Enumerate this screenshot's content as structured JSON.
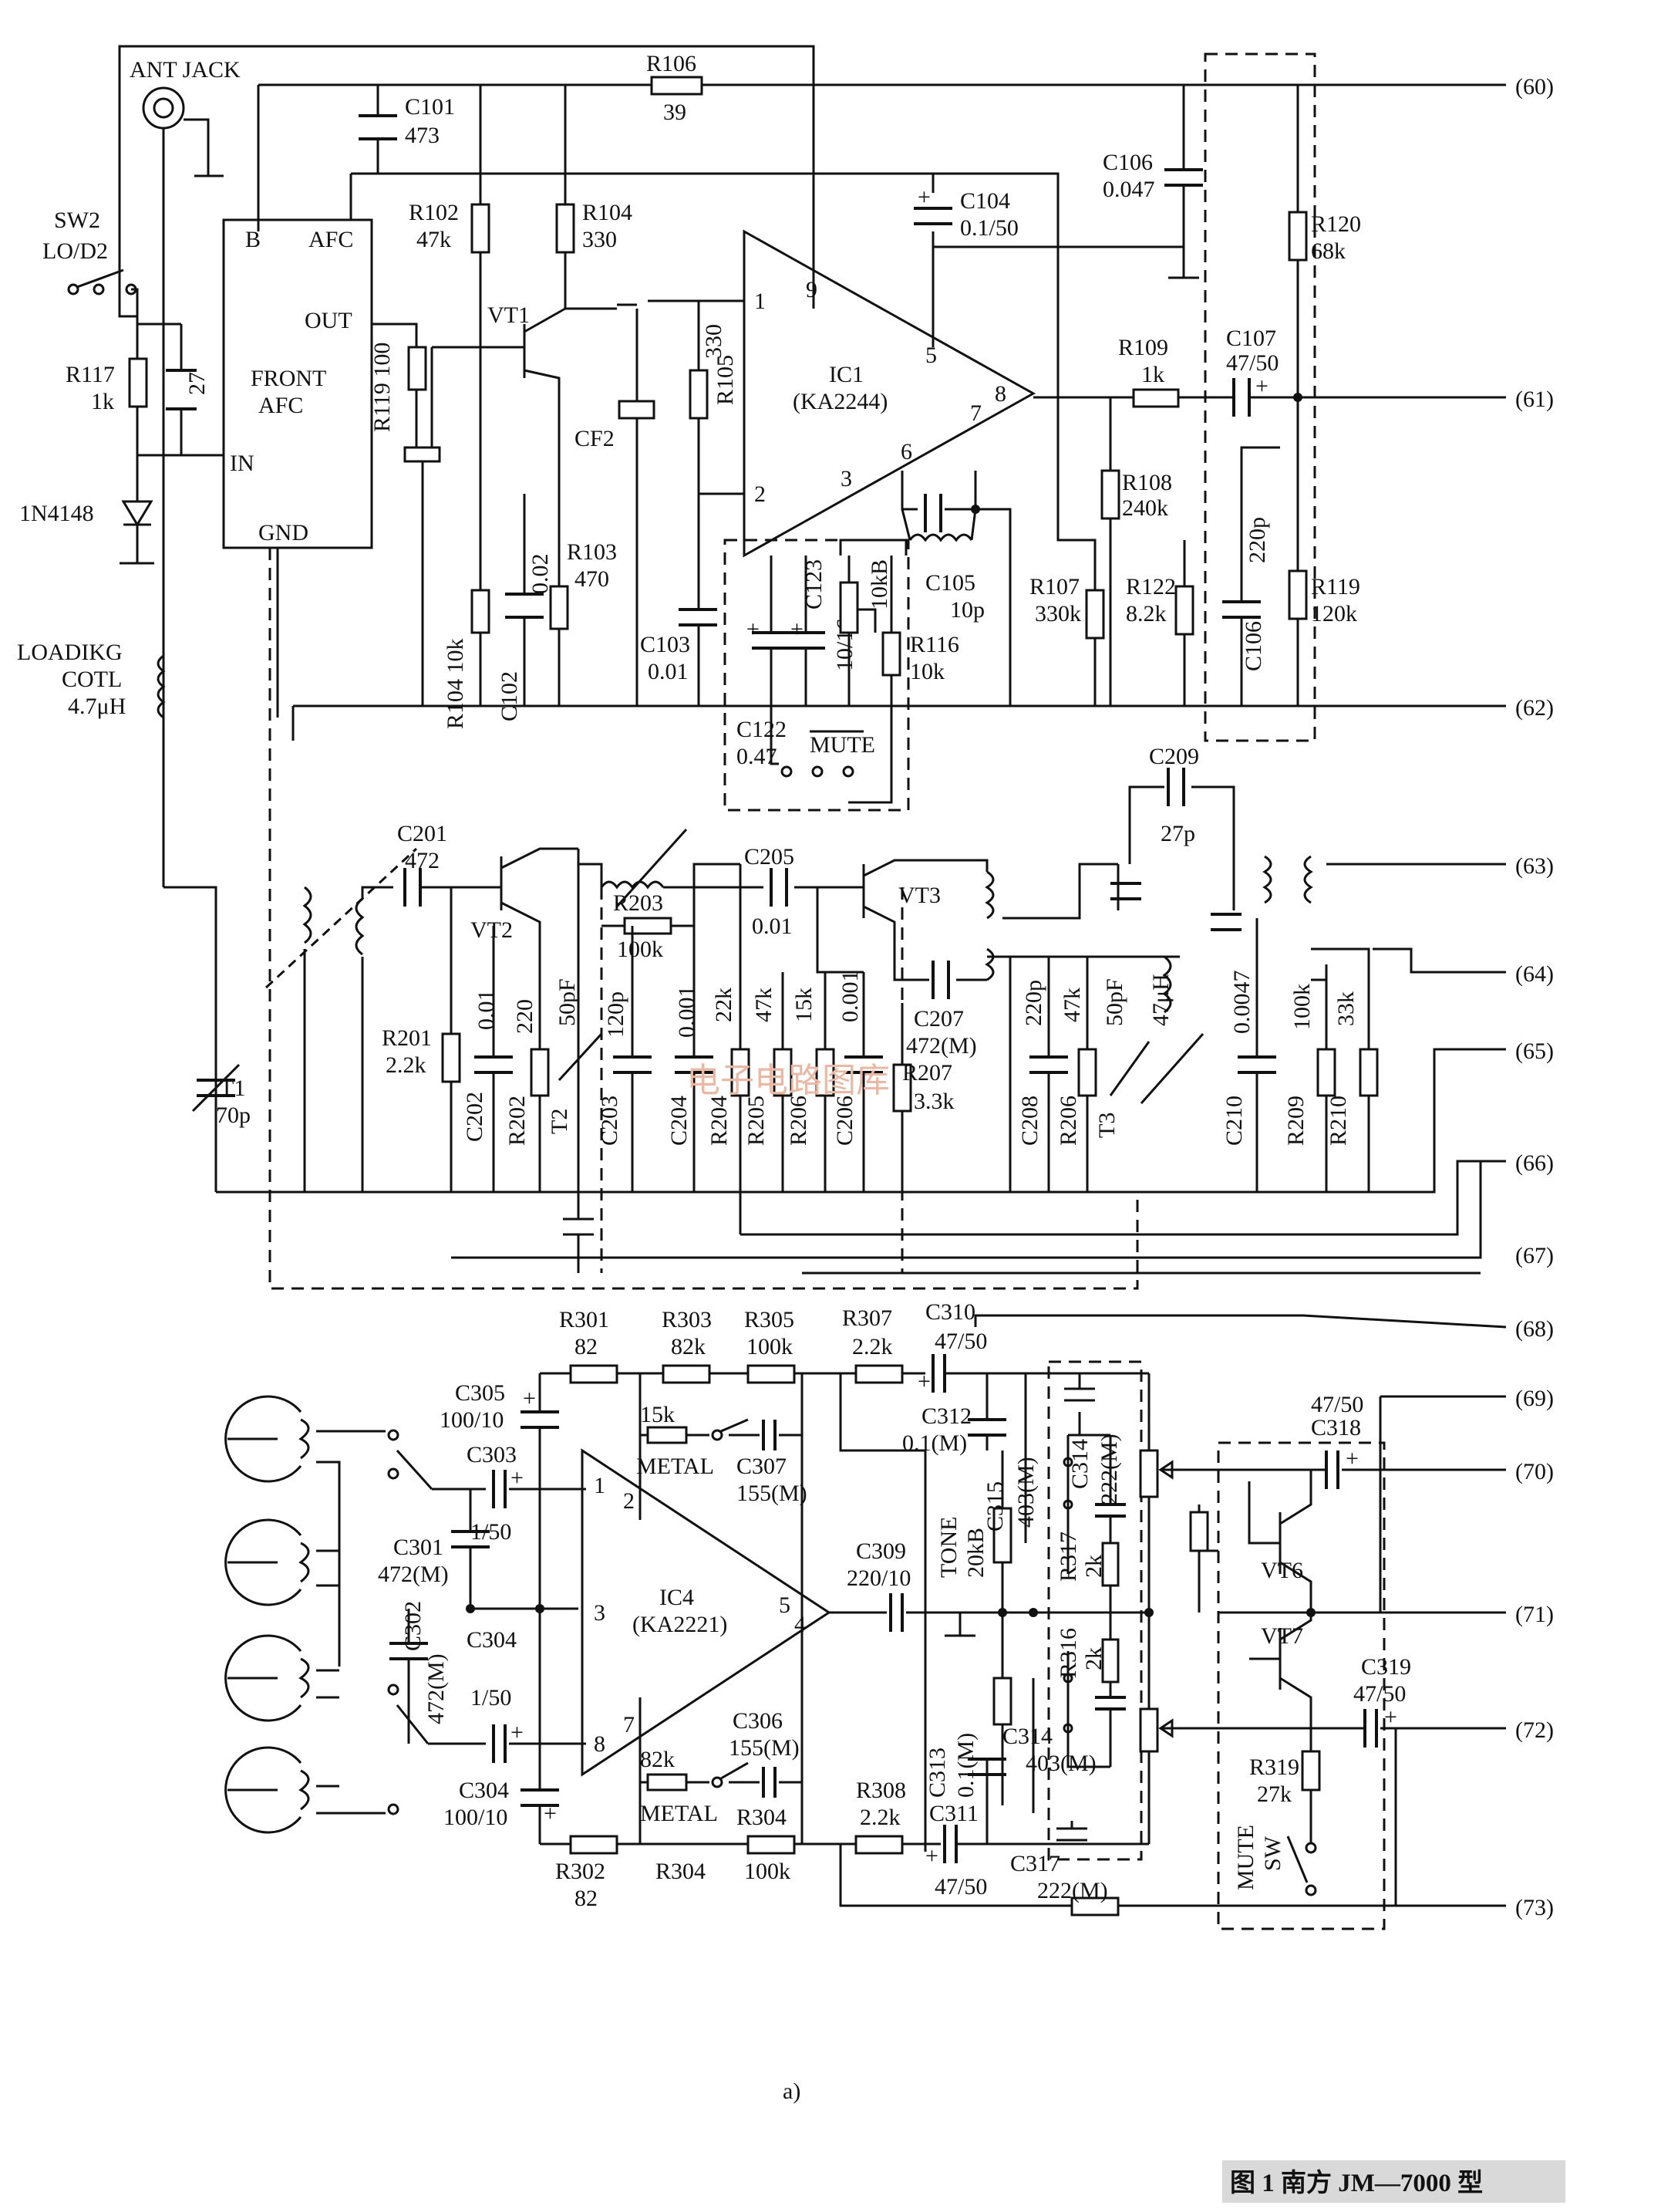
{
  "labels": {
    "ant_jack": "ANT JACK",
    "sw2": "SW2",
    "lo_d2": "LO/D2",
    "r117": "R117",
    "r117_v": "1k",
    "d_1n4148": "1N4148",
    "loading_coil": "LOADIKG",
    "coil": "COTL",
    "coil_v": "4.7μH",
    "c27": "27",
    "front_afc": "FRONT",
    "afc": "AFC",
    "pin_b": "B",
    "pin_afc": "AFC",
    "pin_out": "OUT",
    "pin_in": "IN",
    "pin_gnd": "GND",
    "r106": "R106",
    "r106_v": "39",
    "c101": "C101",
    "c101_v": "473",
    "r102": "R102",
    "r102_v": "47k",
    "r104a": "R104",
    "r104a_v": "330",
    "vt1": "VT1",
    "r119a": "R119 100",
    "cf2": "CF2",
    "r105": "R105",
    "r105_v": "330",
    "ic1": "IC1",
    "ic1_part": "(KA2244)",
    "ic1_p1": "1",
    "ic1_p2": "2",
    "ic1_p3": "3",
    "ic1_p5": "5",
    "ic1_p6": "6",
    "ic1_p7": "7",
    "ic1_p8": "8",
    "ic1_p9": "9",
    "c104": "C104",
    "c104_v": "0.1/50",
    "c106a": "C106",
    "c106a_v": "0.047",
    "r120": "R120",
    "r120_v": "68k",
    "r109": "R109",
    "r109_v": "1k",
    "c107": "C107",
    "c107_v": "47/50",
    "r108": "R108",
    "r108_v": "240k",
    "r104b": "R104 10k",
    "c102": "C102",
    "c102_v": "0.02",
    "r103": "R103",
    "r103_v": "470",
    "c103": "C103",
    "c103_v": "0.01",
    "c123": "C123",
    "c123_v": "10/16",
    "pot10k": "10kB",
    "r116": "R116",
    "r116_v": "10k",
    "c105": "C105",
    "c105_v": "10p",
    "r107": "R107",
    "r107_v": "330k",
    "r122": "R122",
    "r122_v": "8.2k",
    "c106b": "C106",
    "c106b_v": "220p",
    "r119b": "R119",
    "r119b_v": "120k",
    "c122": "C122",
    "c122_v": "0.47",
    "mute": "MUTE",
    "c201": "C201",
    "c201_v": "472",
    "vt2": "VT2",
    "r203": "R203",
    "r203_v": "100k",
    "c205": "C205",
    "c205_v": "0.01",
    "vt3": "VT3",
    "c209": "C209",
    "c209_v": "27p",
    "r201": "R201",
    "r201_v": "2.2k",
    "c202": "C202",
    "c202_v": "0.01",
    "r202": "R202",
    "r202_v": "220",
    "t2": "T2",
    "t2_v": "50pF",
    "c203": "C203",
    "c203_v": "120p",
    "c204": "C204",
    "c204_v": "0.001",
    "r204": "R204",
    "r204_v": "22k",
    "r205": "R205",
    "r205_v": "47k",
    "r206a": "R206",
    "r206a_v": "15k",
    "c206": "C206",
    "c206_v": "0.001",
    "c207": "C207",
    "c207_v": "472(M)",
    "r207": "R207",
    "r207_v": "3.3k",
    "c208": "C208",
    "c208_v": "220p",
    "r206b": "R206",
    "r206b_v": "47k",
    "t3": "T3",
    "t3_v": "50pF",
    "l47": "47μH",
    "c210": "C210",
    "c210_v": "0.0047",
    "r209": "R209",
    "r209_v": "100k",
    "r210": "R210",
    "r210_v": "33k",
    "t1": "T1",
    "t1_v": "70p",
    "r301": "R301",
    "r301_v": "82",
    "r303": "R303",
    "r303_v": "82k",
    "r305": "R305",
    "r305_v": "100k",
    "r307": "R307",
    "r307_v": "2.2k",
    "c310": "C310",
    "c310_v": "47/50",
    "c305": "C305",
    "c305_v": "100/10",
    "c303": "C303",
    "c303_v": "1/50",
    "r15k": "15k",
    "metal": "METAL",
    "c307": "C307",
    "c307_v": "155(M)",
    "c312": "C312",
    "c312_v": "0.1(M)",
    "c315": "C315",
    "c315_v": "403(M)",
    "tone": "TONE",
    "tone_v": "20kB",
    "c314a": "C314",
    "c314a_v": "222(M)",
    "c318": "C318",
    "c318_v": "47/50",
    "c301": "C301",
    "c301_v": "472(M)",
    "ic4": "IC4",
    "ic4_part": "(KA2221)",
    "ic4_p1": "1",
    "ic4_p2": "2",
    "ic4_p3": "3",
    "ic4_p4": "4",
    "ic4_p5": "5",
    "ic4_p7": "7",
    "ic4_p8": "8",
    "c309": "C309",
    "c309_v": "220/10",
    "r317": "R317",
    "r317_v": "2k",
    "vt6": "VT6",
    "vt7": "VT7",
    "c302": "C302",
    "c302_v": "472(M)",
    "c304a": "C304",
    "c304a_v": "1/50",
    "r316": "R316",
    "r316_v": "2k",
    "c314b": "C314",
    "c314b_v": "403(M)",
    "c313": "C313",
    "c313_v": "0.1(M)",
    "c306": "C306",
    "c306_v": "155(M)",
    "r82k": "82k",
    "metal2": "METAL",
    "c319": "C319",
    "c319_v": "47/50",
    "r319": "R319",
    "r319_v": "27k",
    "mute_sw": "MUTE",
    "mute_sw2": "SW",
    "c304b": "C304",
    "c304b_v": "100/10",
    "r308": "R308",
    "r308_v": "2.2k",
    "c311": "C311",
    "c311_v": "47/50",
    "c317": "C317",
    "c317_v": "222(M)",
    "r304a": "R304",
    "r304b": "R304",
    "r304b_v": "100k",
    "r302": "R302",
    "r302_v": "82"
  },
  "terminals": [
    "(60)",
    "(61)",
    "(62)",
    "(63)",
    "(64)",
    "(65)",
    "(66)",
    "(67)",
    "(68)",
    "(69)",
    "(70)",
    "(71)",
    "(72)",
    "(73)"
  ],
  "sub_label": "a)",
  "caption": "图 1  南方 JM—7000 型",
  "watermark": "电子电路图库"
}
